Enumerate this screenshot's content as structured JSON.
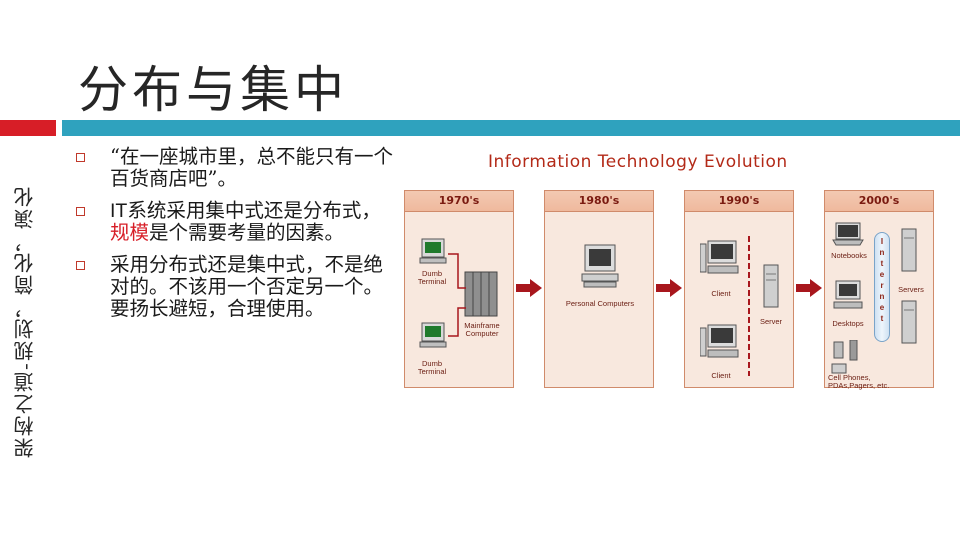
{
  "slide": {
    "title": "分布与集中",
    "side_text": "架构之道-规划，简化，演化"
  },
  "bullets": [
    {
      "text": "“在一座城市里，总不能只有一个百货商店吧”。"
    },
    {
      "prefix": "IT",
      "text_a": "系统采用集中式还是分布式，",
      "highlight": "规模",
      "text_b": "是个需要考量的因素。"
    },
    {
      "text": "采用分布式还是集中式，不是绝对的。不该用一个否定另一个。要扬长避短，合理使用。"
    }
  ],
  "diagram": {
    "title": "Information Technology Evolution",
    "eras": [
      "1970's",
      "1980's",
      "1990's",
      "2000's"
    ],
    "labels": {
      "dumb_terminal": "Dumb\nTerminal",
      "mainframe": "Mainframe\nComputer",
      "personal_computers": "Personal Computers",
      "client": "Client",
      "server": "Server",
      "notebooks": "Notebooks",
      "desktops": "Desktops",
      "servers": "Servers",
      "mobile": "Cell Phones,\nPDAs,Pagers, etc.",
      "internet": "Internet"
    },
    "colors": {
      "accent_red": "#d71e27",
      "teal": "#2fa2be",
      "arrow": "#a8171d"
    }
  }
}
